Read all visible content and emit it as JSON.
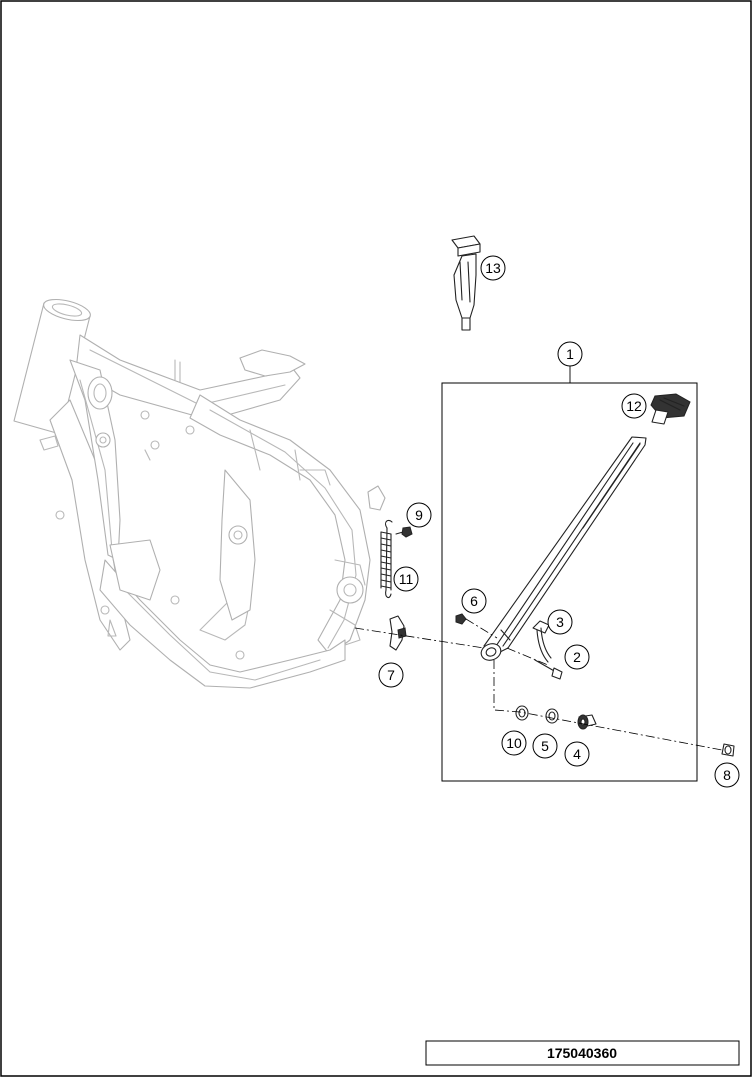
{
  "callouts": [
    {
      "id": "1",
      "label": "1"
    },
    {
      "id": "2",
      "label": "2"
    },
    {
      "id": "3",
      "label": "3"
    },
    {
      "id": "4",
      "label": "4"
    },
    {
      "id": "5",
      "label": "5"
    },
    {
      "id": "6",
      "label": "6"
    },
    {
      "id": "7",
      "label": "7"
    },
    {
      "id": "8",
      "label": "8"
    },
    {
      "id": "9",
      "label": "9"
    },
    {
      "id": "10",
      "label": "10"
    },
    {
      "id": "11",
      "label": "11"
    },
    {
      "id": "12",
      "label": "12"
    },
    {
      "id": "13",
      "label": "13"
    }
  ],
  "document_number": "175040360"
}
